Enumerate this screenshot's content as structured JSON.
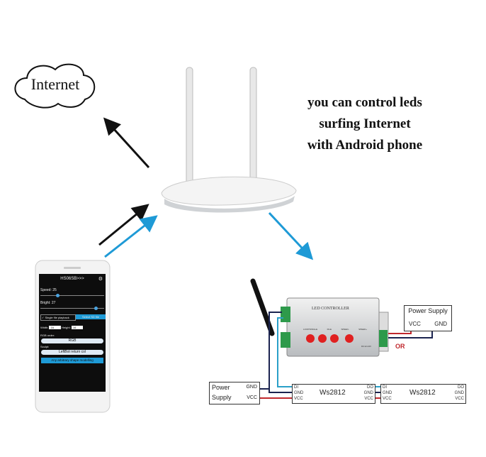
{
  "cloud": {
    "label": "Internet"
  },
  "caption": {
    "lines": [
      "you can control leds",
      "surfing Internet",
      "with Android phone"
    ]
  },
  "phone": {
    "title": "HS06SB>>>",
    "speed_label": "Speed:",
    "speed_value": "25",
    "speed_fraction": 0.25,
    "bright_label": "Bright:",
    "bright_value": "27",
    "bright_fraction": 0.85,
    "single_file_label": "Single file playback",
    "select_button": "Select SD file",
    "width_label": "Width:",
    "width_value": "16",
    "height_label": "Height:",
    "height_value": "16",
    "rgb_order_label": "RGB order:",
    "rgb_order_value": "RGB",
    "sculpt_label": "Sculpt:",
    "sculpt_value": "LeftBot return col",
    "shape_button": "Any arbitrary shape modelling"
  },
  "controller": {
    "title": "LED CONTROLLER",
    "buttons": [
      "LOOP/SINGLE",
      "FILE",
      "SPEED-",
      "SPEED+"
    ],
    "input": "DC12-24V"
  },
  "power_supply_right": {
    "title": "Power Supply",
    "vcc": "VCC",
    "gnd": "GND"
  },
  "or_label": "OR",
  "power_supply_bottom": {
    "line1": "Power",
    "line2": "Supply",
    "gnd": "GND",
    "vcc": "VCC"
  },
  "strips": [
    {
      "name": "Ws2812",
      "in": [
        "DI",
        "GND",
        "VCC"
      ],
      "out": [
        "DO",
        "GND",
        "VCC"
      ]
    },
    {
      "name": "Ws2812",
      "in": [
        "DI",
        "GND",
        "VCC"
      ],
      "out": [
        "DO",
        "GND",
        "VCC"
      ]
    }
  ],
  "colors": {
    "blue_arrow": "#1e9ad6",
    "wire_red": "#c0282d",
    "wire_blue": "#2aa0c8",
    "wire_navy": "#1b2450"
  }
}
